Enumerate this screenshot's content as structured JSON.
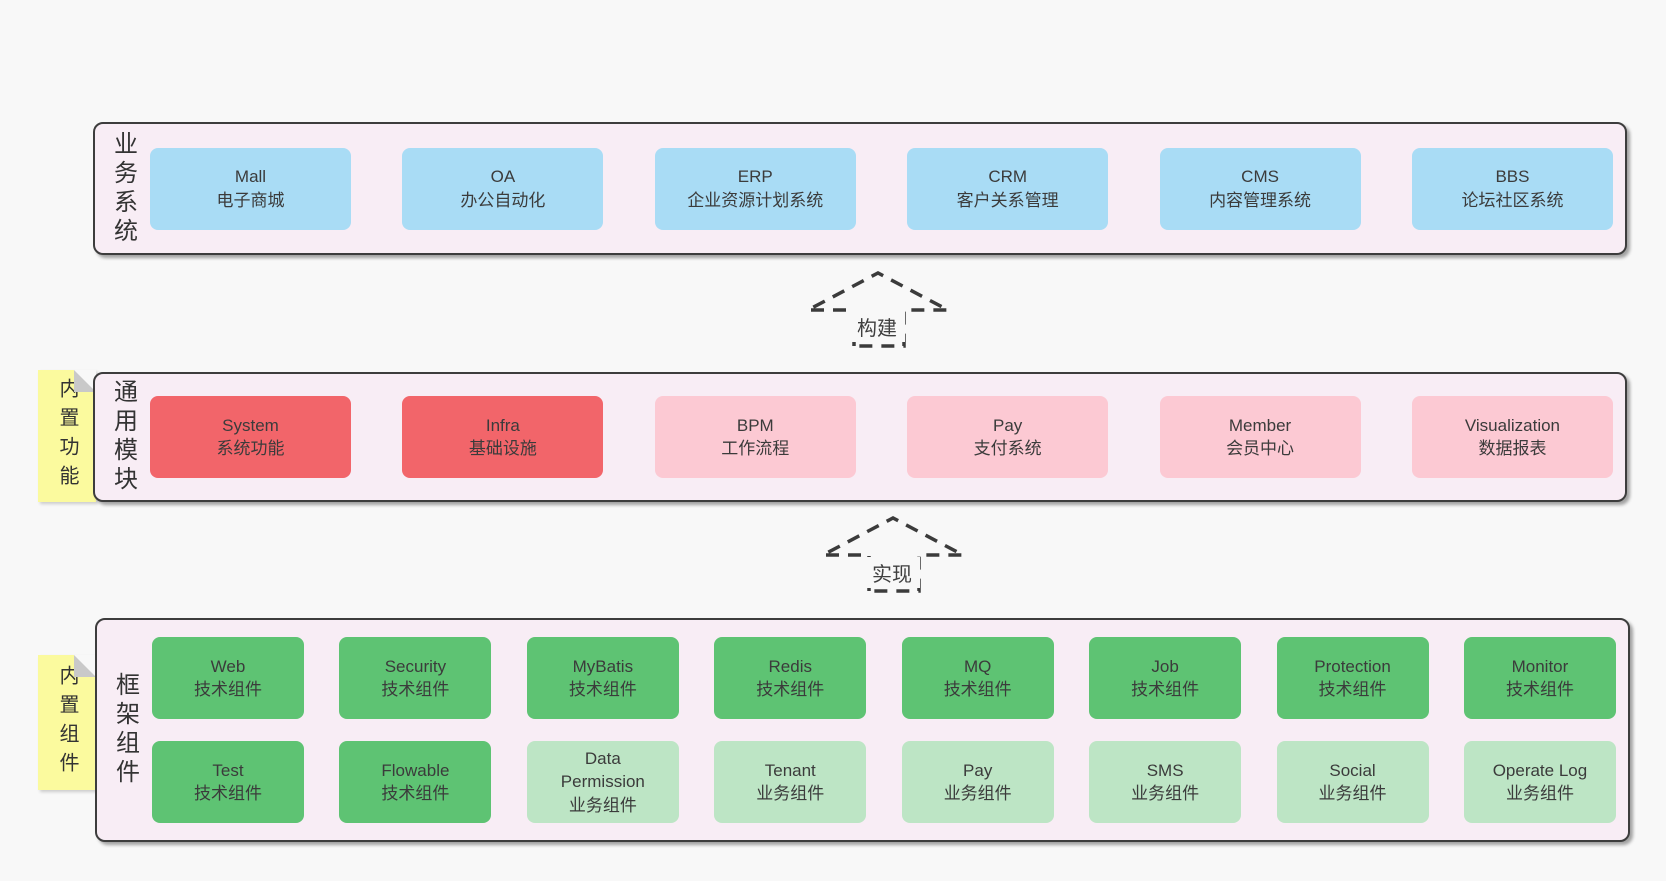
{
  "rows": {
    "business": {
      "label": "业务系统",
      "items": [
        {
          "name": "Mall",
          "desc": "电子商城"
        },
        {
          "name": "OA",
          "desc": "办公自动化"
        },
        {
          "name": "ERP",
          "desc": "企业资源计划系统"
        },
        {
          "name": "CRM",
          "desc": "客户关系管理"
        },
        {
          "name": "CMS",
          "desc": "内容管理系统"
        },
        {
          "name": "BBS",
          "desc": "论坛社区系统"
        }
      ]
    },
    "modules": {
      "label": "通用模块",
      "note": "内置功能",
      "items": [
        {
          "name": "System",
          "desc": "系统功能"
        },
        {
          "name": "Infra",
          "desc": "基础设施"
        },
        {
          "name": "BPM",
          "desc": "工作流程"
        },
        {
          "name": "Pay",
          "desc": "支付系统"
        },
        {
          "name": "Member",
          "desc": "会员中心"
        },
        {
          "name": "Visualization",
          "desc": "数据报表"
        }
      ]
    },
    "components": {
      "label": "框架组件",
      "note": "内置组件",
      "row1": [
        {
          "name": "Web",
          "desc": "技术组件"
        },
        {
          "name": "Security",
          "desc": "技术组件"
        },
        {
          "name": "MyBatis",
          "desc": "技术组件"
        },
        {
          "name": "Redis",
          "desc": "技术组件"
        },
        {
          "name": "MQ",
          "desc": "技术组件"
        },
        {
          "name": "Job",
          "desc": "技术组件"
        },
        {
          "name": "Protection",
          "desc": "技术组件"
        },
        {
          "name": "Monitor",
          "desc": "技术组件"
        }
      ],
      "row2": [
        {
          "name": "Test",
          "desc": "技术组件"
        },
        {
          "name": "Flowable",
          "desc": "技术组件"
        },
        {
          "name": "Data Permission",
          "desc": "业务组件"
        },
        {
          "name": "Tenant",
          "desc": "业务组件"
        },
        {
          "name": "Pay",
          "desc": "业务组件"
        },
        {
          "name": "SMS",
          "desc": "业务组件"
        },
        {
          "name": "Social",
          "desc": "业务组件"
        },
        {
          "name": "Operate Log",
          "desc": "业务组件"
        }
      ]
    }
  },
  "arrows": {
    "build": "构建",
    "implement": "实现"
  },
  "colors": {
    "page_bg": "#F8F8F8",
    "container_bg": "#F8EDF5",
    "container_border": "#3D3D3D",
    "blue_box": "#A9DCF5",
    "red_box": "#F2656A",
    "pink_box": "#FCC9D3",
    "green_box": "#5EC373",
    "light_green_box": "#BDE5C5",
    "note_yellow": "#FBFA9E",
    "note_fold": "#C9C9C9",
    "text": "#3A3A3A"
  }
}
